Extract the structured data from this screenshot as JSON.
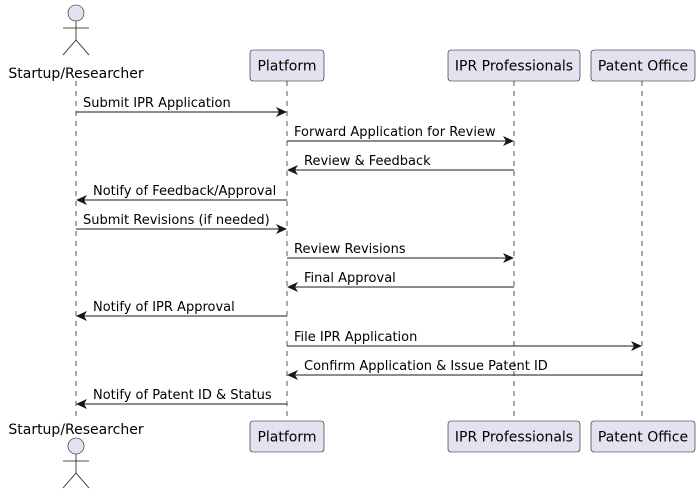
{
  "participants": [
    {
      "id": "startup",
      "label": "Startup/Researcher",
      "kind": "actor"
    },
    {
      "id": "platform",
      "label": "Platform",
      "kind": "participant"
    },
    {
      "id": "ipr",
      "label": "IPR Professionals",
      "kind": "participant"
    },
    {
      "id": "patent",
      "label": "Patent Office",
      "kind": "participant"
    }
  ],
  "messages": [
    {
      "from": "startup",
      "to": "platform",
      "label": "Submit IPR Application"
    },
    {
      "from": "platform",
      "to": "ipr",
      "label": "Forward Application for Review"
    },
    {
      "from": "ipr",
      "to": "platform",
      "label": "Review & Feedback"
    },
    {
      "from": "platform",
      "to": "startup",
      "label": "Notify of Feedback/Approval"
    },
    {
      "from": "startup",
      "to": "platform",
      "label": "Submit Revisions (if needed)"
    },
    {
      "from": "platform",
      "to": "ipr",
      "label": "Review Revisions"
    },
    {
      "from": "ipr",
      "to": "platform",
      "label": "Final Approval"
    },
    {
      "from": "platform",
      "to": "startup",
      "label": "Notify of IPR Approval"
    },
    {
      "from": "platform",
      "to": "patent",
      "label": "File IPR Application"
    },
    {
      "from": "patent",
      "to": "platform",
      "label": "Confirm Application & Issue Patent ID"
    },
    {
      "from": "platform",
      "to": "startup",
      "label": "Notify of Patent ID & Status"
    }
  ],
  "colors": {
    "participant_fill": "#E2E2F0",
    "stroke": "#181818",
    "lifeline": "#555555"
  }
}
